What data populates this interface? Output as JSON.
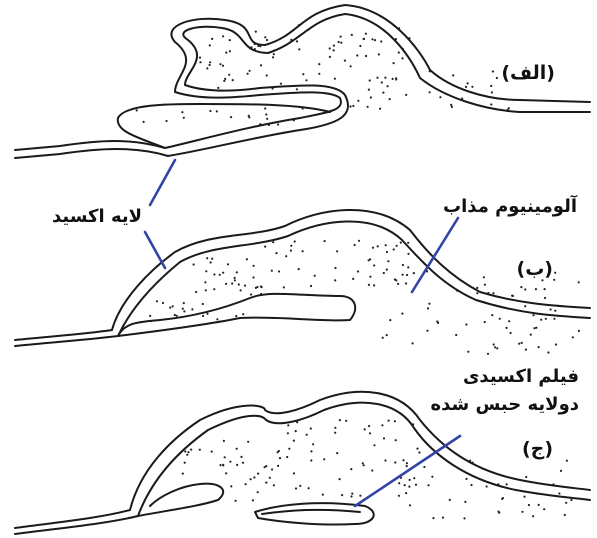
{
  "panels": {
    "a": {
      "label": "(الف)"
    },
    "b": {
      "label": "(ب)"
    },
    "c": {
      "label": "(ج)"
    }
  },
  "annotations": {
    "oxide_layer": "لایه اکسید",
    "molten_aluminum": "آلومینیوم مذاب",
    "trapped_film_line1": "فیلم اکسیدی",
    "trapped_film_line2": "دولایه حبس شده"
  },
  "colors": {
    "outline": "#1a1a1a",
    "pointer": "#3344a8",
    "stipple": "#222222"
  }
}
